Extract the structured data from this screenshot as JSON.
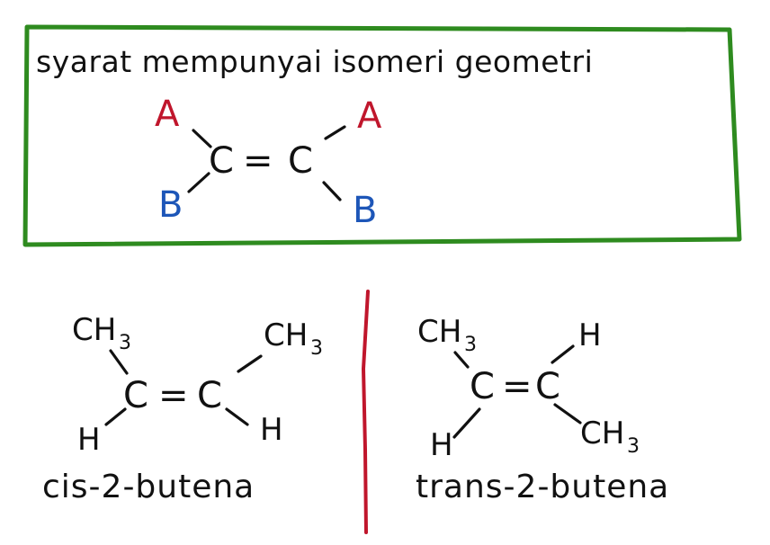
{
  "colors": {
    "frame": "#2e8b1f",
    "divider": "#c0162c",
    "label_a": "#c0162c",
    "label_b": "#1d56b8",
    "ink": "#111111"
  },
  "requirement_box": {
    "title": "syarat mempunyai isomeri geometri",
    "left_carbon": "C",
    "double_bond": "=",
    "right_carbon": "C",
    "top_left": "A",
    "top_right": "A",
    "bottom_left": "B",
    "bottom_right": "B"
  },
  "cis": {
    "name": "cis-2-butena",
    "left_carbon": "C",
    "double_bond": "=",
    "right_carbon": "C",
    "top_left_group": "CH",
    "top_left_sub": "3",
    "top_right_group": "CH",
    "top_right_sub": "3",
    "bottom_left": "H",
    "bottom_right": "H"
  },
  "trans": {
    "name": "trans-2-butena",
    "left_carbon": "C",
    "double_bond": "=",
    "right_carbon": "C",
    "top_left_group": "CH",
    "top_left_sub": "3",
    "top_right": "H",
    "bottom_left": "H",
    "bottom_right_group": "CH",
    "bottom_right_sub": "3"
  }
}
